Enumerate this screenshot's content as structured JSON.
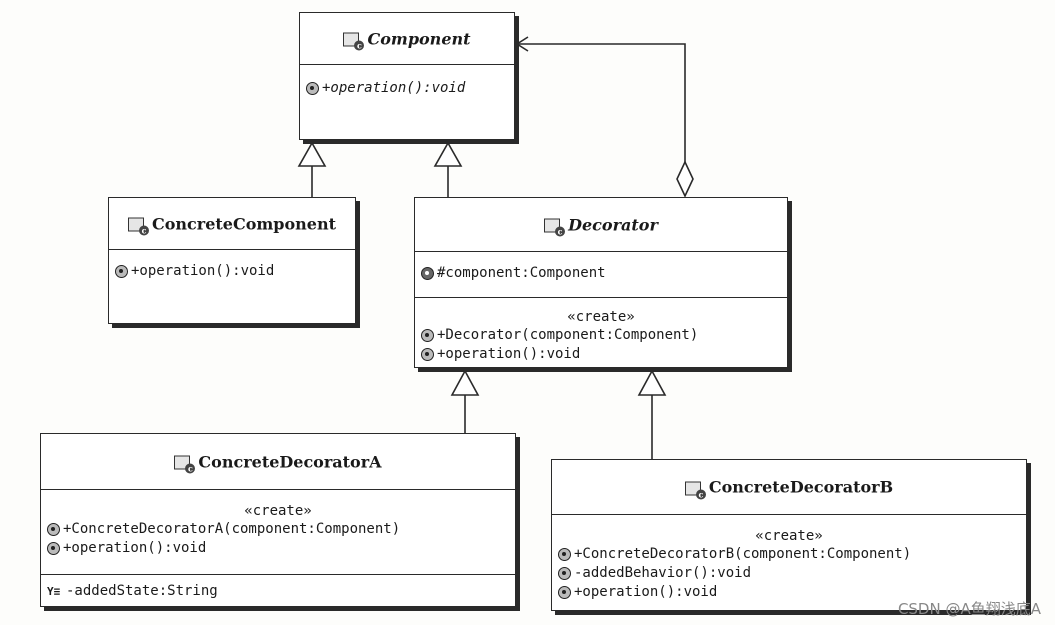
{
  "classes": {
    "component": {
      "name": "Component",
      "methods": [
        "+operation():void"
      ]
    },
    "concrete_component": {
      "name": "ConcreteComponent",
      "methods": [
        "+operation():void"
      ]
    },
    "decorator": {
      "name": "Decorator",
      "fields": [
        "#component:Component"
      ],
      "stereotype": "«create»",
      "methods": [
        "+Decorator(component:Component)",
        "+operation():void"
      ]
    },
    "concrete_decorator_a": {
      "name": "ConcreteDecoratorA",
      "stereotype": "«create»",
      "methods": [
        "+ConcreteDecoratorA(component:Component)",
        "+operation():void"
      ],
      "fields": [
        "-addedState:String"
      ]
    },
    "concrete_decorator_b": {
      "name": "ConcreteDecoratorB",
      "stereotype": "«create»",
      "methods": [
        "+ConcreteDecoratorB(component:Component)",
        "-addedBehavior():void",
        "+operation():void"
      ]
    }
  },
  "watermark": "CSDN @A鱼翔浅底A"
}
